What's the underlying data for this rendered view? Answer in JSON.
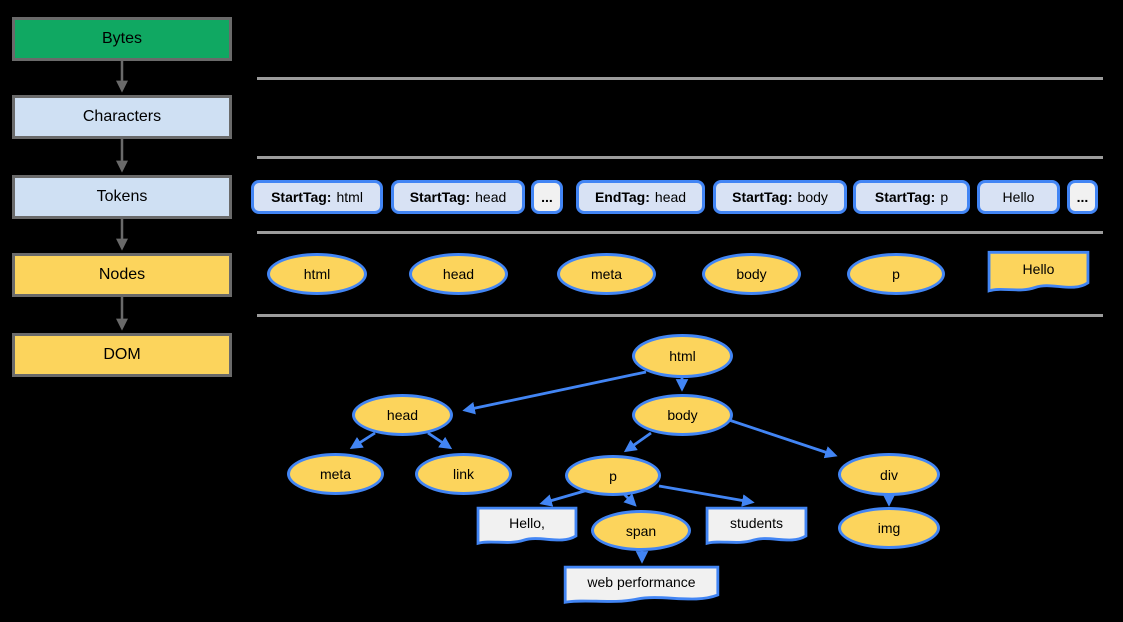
{
  "colors": {
    "background": "#000000",
    "bytes_green": "#10A862",
    "stage_light_blue": "#CFE0F3",
    "token_fill_blue": "#D8E2F4",
    "node_yellow": "#FCD45C",
    "accent_blue": "#4285F4",
    "box_border_gray": "#6A6A6A",
    "divider_gray": "#9C9C9C",
    "text_doc_fill": "#F1F1F1"
  },
  "pipeline": {
    "items": [
      {
        "label": "Bytes"
      },
      {
        "label": "Characters"
      },
      {
        "label": "Tokens"
      },
      {
        "label": "Nodes"
      },
      {
        "label": "DOM"
      }
    ]
  },
  "tokens": {
    "items": [
      {
        "prefix": "StartTag:",
        "name": "html"
      },
      {
        "prefix": "StartTag:",
        "name": "head"
      },
      {
        "text": "..."
      },
      {
        "prefix": "EndTag:",
        "name": "head"
      },
      {
        "prefix": "StartTag:",
        "name": "body"
      },
      {
        "prefix": "StartTag:",
        "name": "p"
      },
      {
        "text": "Hello"
      },
      {
        "text": "..."
      }
    ]
  },
  "nodes_row": {
    "items": [
      {
        "label": "html",
        "shape": "ellipse"
      },
      {
        "label": "head",
        "shape": "ellipse"
      },
      {
        "label": "meta",
        "shape": "ellipse"
      },
      {
        "label": "body",
        "shape": "ellipse"
      },
      {
        "label": "p",
        "shape": "ellipse"
      },
      {
        "label": "Hello",
        "shape": "document"
      }
    ]
  },
  "dom_tree": {
    "nodes": [
      {
        "label": "html",
        "shape": "ellipse"
      },
      {
        "label": "head",
        "shape": "ellipse"
      },
      {
        "label": "body",
        "shape": "ellipse"
      },
      {
        "label": "meta",
        "shape": "ellipse"
      },
      {
        "label": "link",
        "shape": "ellipse"
      },
      {
        "label": "p",
        "shape": "ellipse"
      },
      {
        "label": "div",
        "shape": "ellipse"
      },
      {
        "label": "Hello,",
        "shape": "document"
      },
      {
        "label": "span",
        "shape": "ellipse"
      },
      {
        "label": "students",
        "shape": "document"
      },
      {
        "label": "img",
        "shape": "ellipse"
      },
      {
        "label": "web performance",
        "shape": "document"
      }
    ],
    "edges": [
      "html-head",
      "html-body",
      "head-meta",
      "head-link",
      "body-p",
      "body-div",
      "p-hello",
      "p-span",
      "p-students",
      "span-webperformance",
      "div-img"
    ]
  }
}
